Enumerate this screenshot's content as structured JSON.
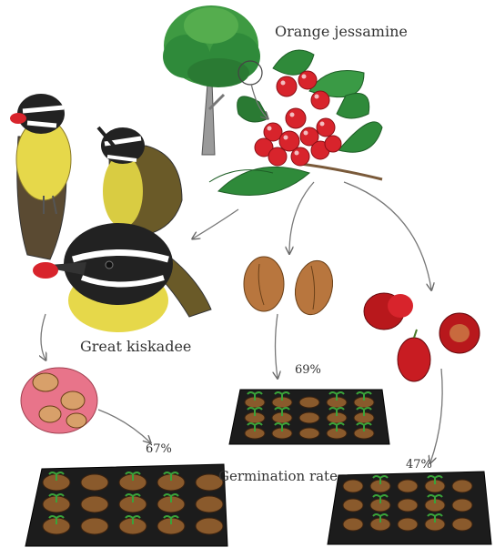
{
  "labels": {
    "plant": "Orange jessamine",
    "bird": "Great kiskadee",
    "germination": "Germination rate"
  },
  "germination_rates": {
    "bird_dispersed": "67%",
    "clean_seed": "69%",
    "whole_fruit": "47%"
  },
  "colors": {
    "leaf": "#2f8a3a",
    "berry": "#d8242c",
    "soil": "#8a5a2c",
    "tray": "#1c1c1c",
    "seed": "#b8763e",
    "bird_belly": "#e6d84a"
  }
}
